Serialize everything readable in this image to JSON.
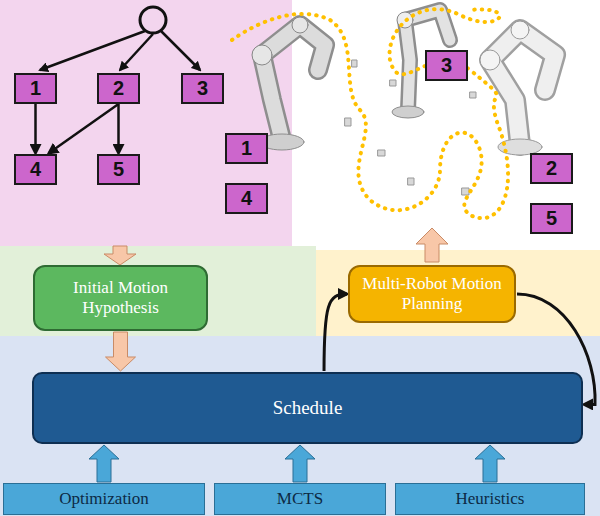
{
  "diagram": {
    "nodes": [
      {
        "text": [
          "1"
        ]
      },
      {
        "text": [
          "2"
        ]
      },
      {
        "text": [
          "3"
        ]
      },
      {
        "text": [
          "4"
        ]
      },
      {
        "text": [
          "5"
        ]
      },
      {
        "text": [
          "1"
        ]
      },
      {
        "text": [
          "4"
        ]
      },
      {
        "text": [
          "3"
        ]
      },
      {
        "text": [
          "2"
        ]
      },
      {
        "text": [
          "5"
        ]
      },
      {
        "text": [
          "Initial Motion Hypothesis"
        ]
      },
      {
        "text": [
          "Multi-Robot Motion Planning"
        ]
      },
      {
        "text": [
          "Schedule"
        ]
      },
      {
        "text": [
          "Optimization"
        ]
      },
      {
        "text": [
          "MCTS"
        ]
      },
      {
        "text": [
          "Heuristics"
        ]
      }
    ],
    "edges": [
      {
        "from": 0,
        "to": 3,
        "arrow": "to"
      },
      {
        "from": 1,
        "to": 3,
        "arrow": "to"
      },
      {
        "from": 1,
        "to": 4,
        "arrow": "to"
      },
      {
        "from": 10,
        "to": 12,
        "arrow": "to"
      },
      {
        "from": 12,
        "to": 11,
        "arrow": "to"
      },
      {
        "from": 11,
        "to": 12,
        "arrow": "to"
      },
      {
        "from": 13,
        "to": 12,
        "arrow": "to"
      },
      {
        "from": 14,
        "to": 12,
        "arrow": "to"
      },
      {
        "from": 15,
        "to": 12,
        "arrow": "to"
      }
    ]
  }
}
